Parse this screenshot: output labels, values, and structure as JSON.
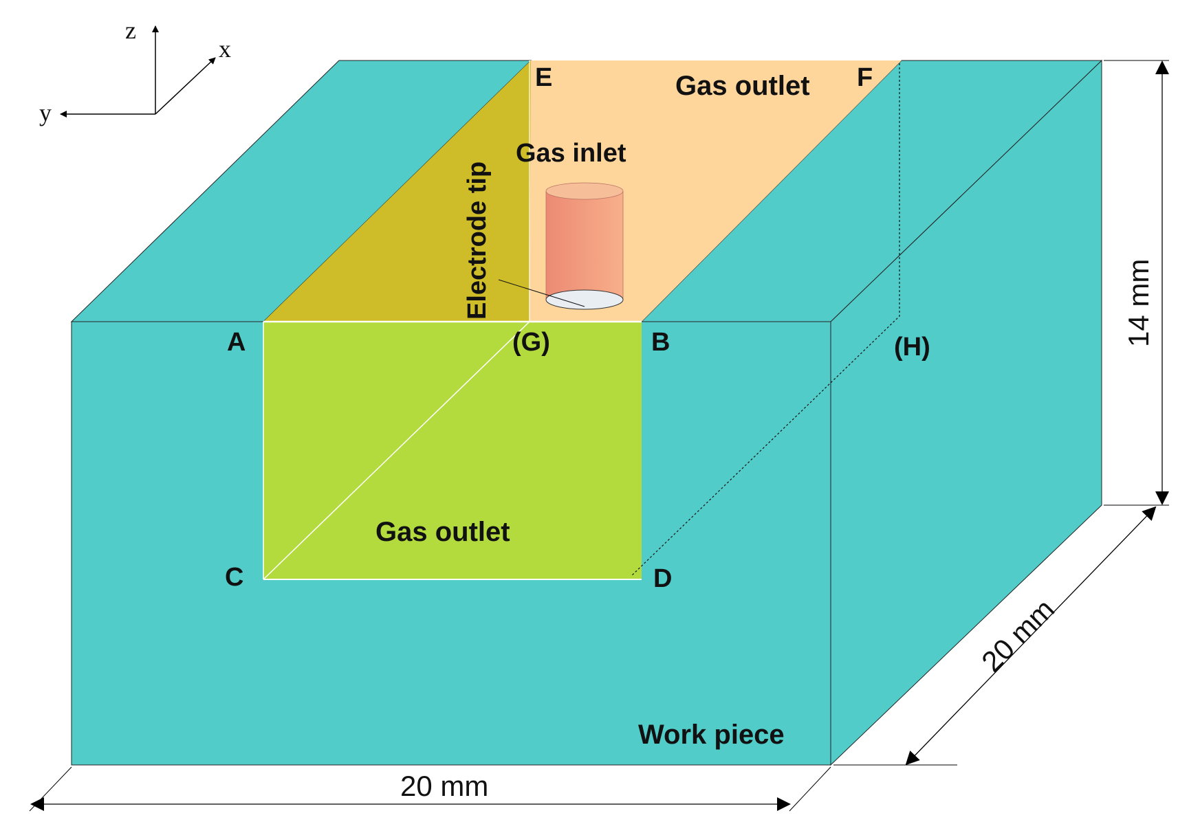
{
  "axes": {
    "z": "z",
    "x": "x",
    "y": "y"
  },
  "points": {
    "A": "A",
    "B": "B",
    "C": "C",
    "D": "D",
    "E": "E",
    "F": "F",
    "G": "(G)",
    "H": "(H)"
  },
  "labels": {
    "gas_outlet_top": "Gas outlet",
    "gas_outlet_front": "Gas outlet",
    "gas_inlet": "Gas inlet",
    "electrode_tip": "Electrode tip",
    "work_piece": "Work piece"
  },
  "dimensions": {
    "width": "20 mm",
    "depth": "20 mm",
    "height": "14 mm"
  },
  "colors": {
    "work_piece": "#52CCC9",
    "domain_front": "#B3DB3E",
    "domain_side": "#CEBD28",
    "domain_top": "#FED69C",
    "electrode": "#F0917A"
  }
}
